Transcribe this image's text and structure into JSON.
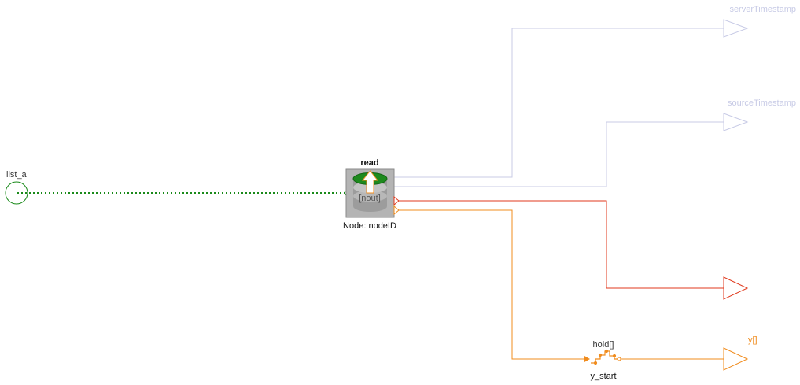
{
  "diagram": {
    "input": {
      "label": "list_a"
    },
    "block": {
      "title": "read",
      "inner_label": "[nout]",
      "parameter_text": "Node: nodeID"
    },
    "outputs": {
      "server_timestamp": "serverTimestamp",
      "source_timestamp": "sourceTimestamp",
      "y": "y[]"
    },
    "hold": {
      "label": "hold[]",
      "start_label": "y_start"
    },
    "colors": {
      "green": "#1a8a1a",
      "faded": "#c8cbe6",
      "red": "#e03a1e",
      "orange": "#f08c1e",
      "block_gray": "#b4b4b4"
    }
  }
}
